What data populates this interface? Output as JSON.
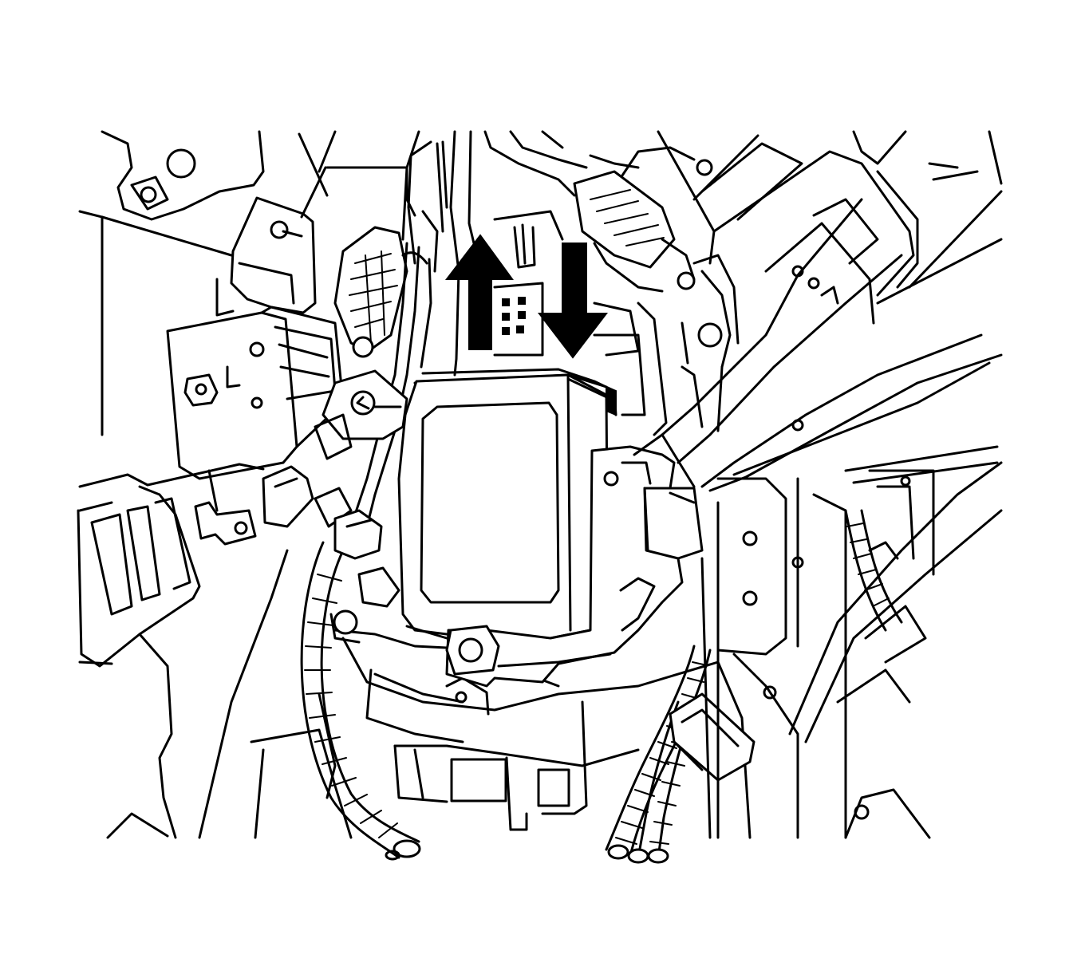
{
  "figure": {
    "background": "#ffffff",
    "line_color": "#000000",
    "arrows": [
      {
        "name": "up-arrow",
        "direction": "up"
      },
      {
        "name": "down-arrow",
        "direction": "down"
      }
    ]
  }
}
